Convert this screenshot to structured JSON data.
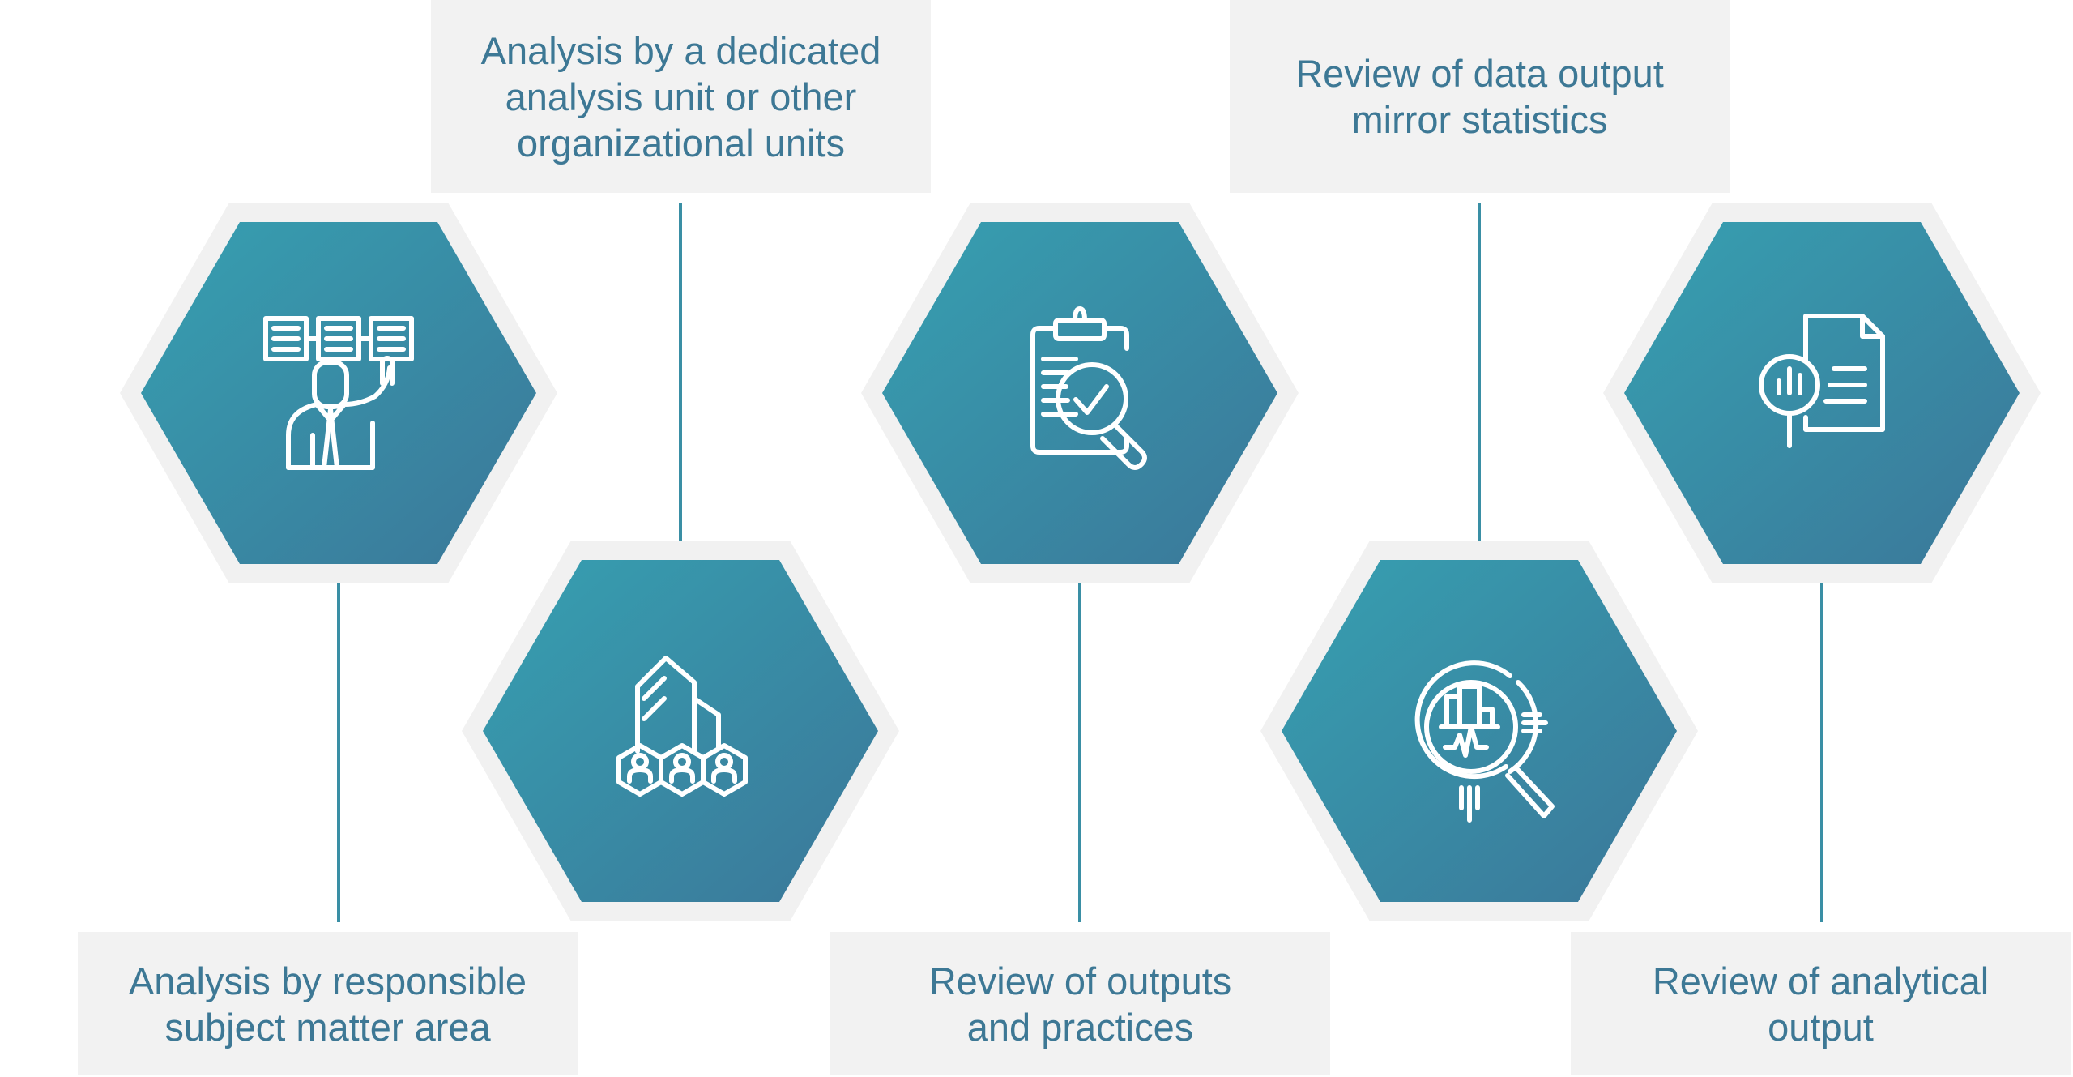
{
  "colors": {
    "hex_start": "#36a0b1",
    "hex_end": "#3b7799",
    "hex_border": "#f1f1f1",
    "box_bg": "#f2f2f2",
    "text": "#3d7895",
    "line": "#3a8fa5"
  },
  "steps": [
    {
      "label": "Analysis by responsible subject matter area",
      "icon": "presenter-icon"
    },
    {
      "label": "Analysis by a dedicated analysis unit or other organizational units",
      "icon": "organization-buildings-icon"
    },
    {
      "label": "Review of outputs and practices",
      "icon": "clipboard-check-search-icon"
    },
    {
      "label": "Review of data output mirror statistics",
      "icon": "magnifier-chart-icon"
    },
    {
      "label": "Review of analytical output",
      "icon": "document-analysis-icon"
    }
  ]
}
